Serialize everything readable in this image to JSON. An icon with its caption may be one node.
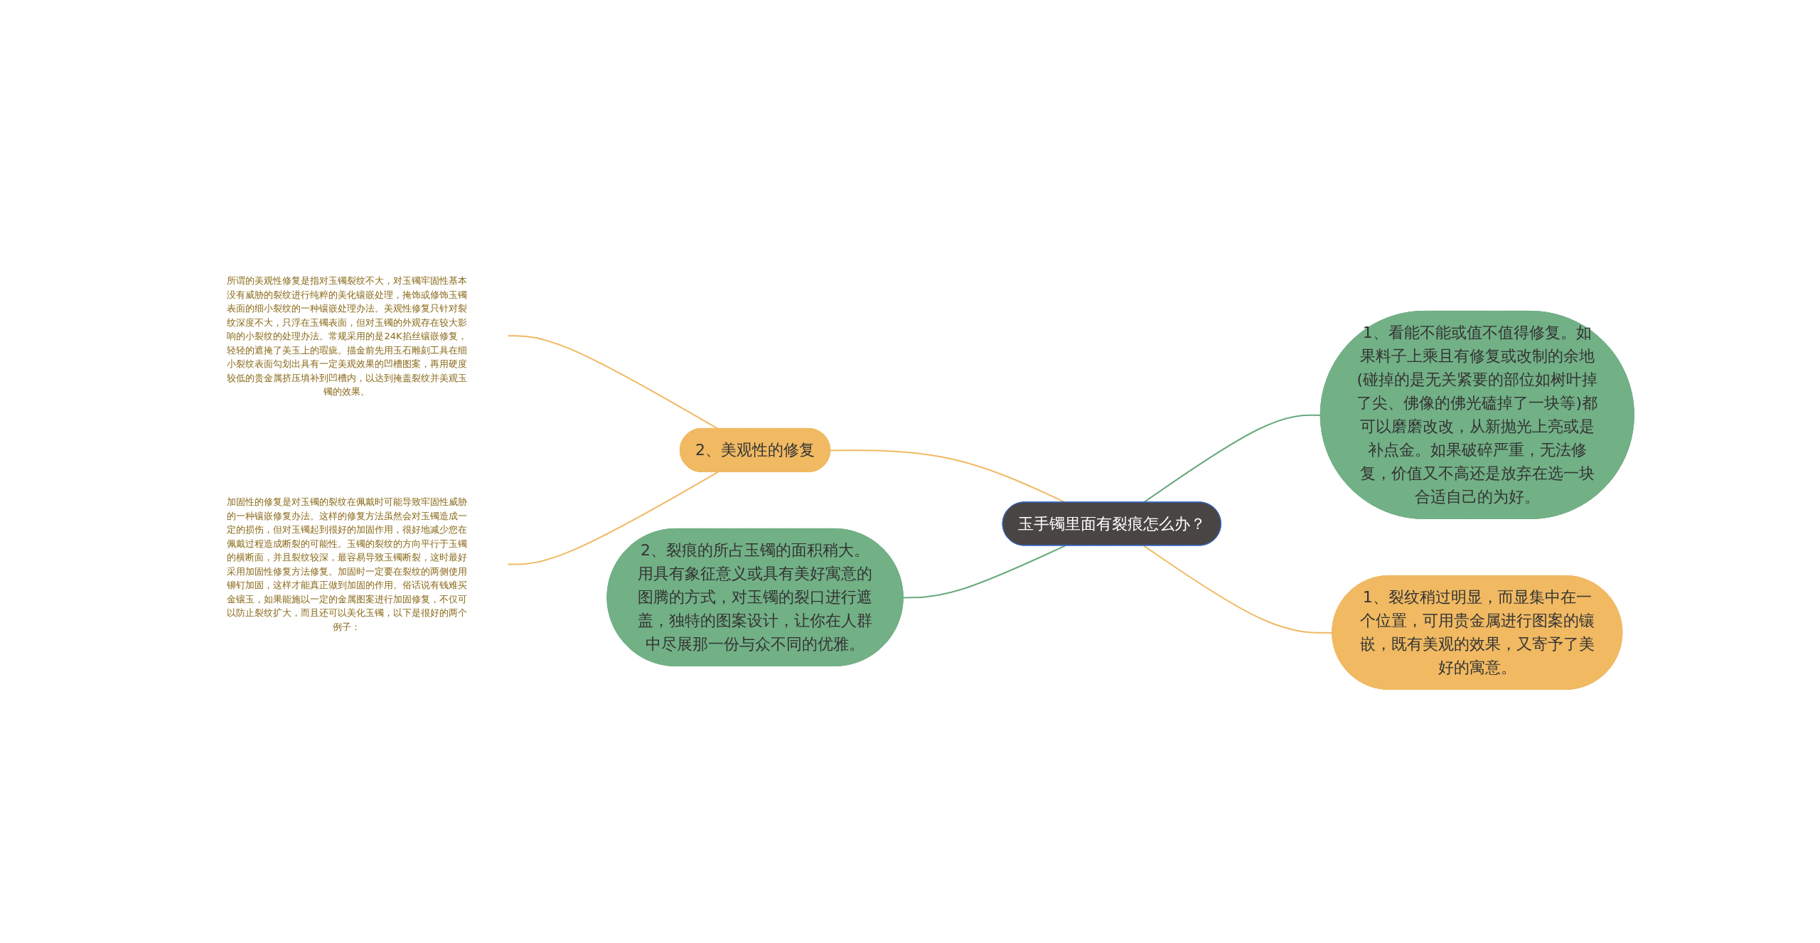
{
  "diagram": {
    "nodes": [
      {
        "text": [
          "玉手镯里面有裂痕怎么办？"
        ]
      },
      {
        "text": [
          "2、美观性的修复"
        ]
      },
      {
        "text": [
          "所谓的美观性修复是指对玉镯裂纹不大，对玉镯牢固性基本没有威胁的裂纹进行纯粹的美化镶嵌处理，掩饰或修饰玉镯表面的细小裂纹的一种镶嵌处理办法。美观性修复只针对裂纹深度不大，只浮在玉镯表面，但对玉镯的外观存在较大影响的小裂纹的处理办法。常规采用的是24K掐丝镶嵌修复，轻轻的遮掩了美玉上的瑕疵。描金前先用玉石雕刻工具在细小裂纹表面勾划出具有一定美观效果的凹槽图案，再用硬度较低的贵金属挤压填补到凹槽内，以达到掩盖裂纹并美观玉镯的效果。"
        ]
      },
      {
        "text": [
          "加固性的修复是对玉镯的裂纹在佩戴时可能导致牢固性威胁的一种镶嵌修复办法。这样的修复方法虽然会对玉镯造成一定的损伤，但对玉镯起到很好的加固作用，很好地减少您在佩戴过程造成断裂的可能性。玉镯的裂纹的方向平行于玉镯的横断面，并且裂纹较深，最容易导致玉镯断裂，这时最好采用加固性修复方法修复。加固时一定要在裂纹的两侧使用铆钉加固，这样才能真正做到加固的作用。俗话说有钱难买金镶玉，如果能施以一定的金属图案进行加固修复，不仅可以防止裂纹扩大，而且还可以美化玉镯，以下是很好的两个例子："
        ]
      },
      {
        "text": [
          "2、裂痕的所占玉镯的面积稍大。用具有象征意义或具有美好寓意的图腾的方式，对玉镯的裂口进行遮盖，独特的图案设计，让你在人群中尽展那一份与众不同的优雅。"
        ]
      },
      {
        "text": [
          "1、看能不能或值不值得修复。如果料子上乘且有修复或改制的余地(碰掉的是无关紧要的部位如树叶掉了尖、佛像的佛光磕掉了一块等)都可以磨磨改改，从新抛光上亮或是补点金。如果破碎严重，无法修复，价值又不高还是放弃在选一块合适自己的为好。"
        ]
      },
      {
        "text": [
          "1、裂纹稍过明显，而显集中在一个位置，可用贵金属进行图案的镶嵌，既有美观的效果，又寄予了美好的寓意。"
        ]
      }
    ],
    "edges": [
      {
        "from": 0,
        "to": 1,
        "arrow": "none"
      },
      {
        "from": 1,
        "to": 2,
        "arrow": "none"
      },
      {
        "from": 1,
        "to": 3,
        "arrow": "none"
      },
      {
        "from": 0,
        "to": 4,
        "arrow": "none",
        "color": "#6aaa7f"
      },
      {
        "from": 0,
        "to": 5,
        "arrow": "none",
        "color": "#6aaa7f"
      },
      {
        "from": 0,
        "to": 6,
        "arrow": "none"
      }
    ]
  }
}
